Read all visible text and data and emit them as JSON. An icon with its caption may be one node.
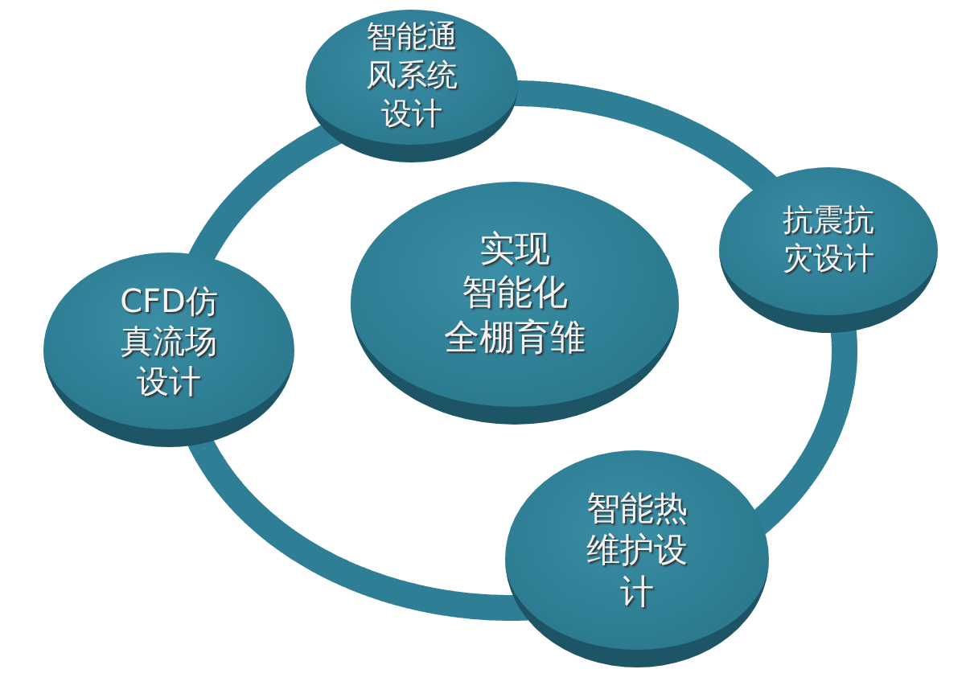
{
  "diagram": {
    "nodes": [
      {
        "text": [
          "智能通风系统设计"
        ]
      },
      {
        "text": [
          "抗震抗灾设计"
        ]
      },
      {
        "text": [
          "实现智能化全棚育雏"
        ]
      },
      {
        "text": [
          "CFD仿真流场设计"
        ]
      },
      {
        "text": [
          "智能热维护设计"
        ]
      }
    ],
    "edges": [
      {
        "from": 0,
        "to": 1,
        "arrow": "none"
      },
      {
        "from": 1,
        "to": 4,
        "arrow": "none"
      },
      {
        "from": 4,
        "to": 3,
        "arrow": "none"
      },
      {
        "from": 3,
        "to": 0,
        "arrow": "none"
      }
    ]
  }
}
